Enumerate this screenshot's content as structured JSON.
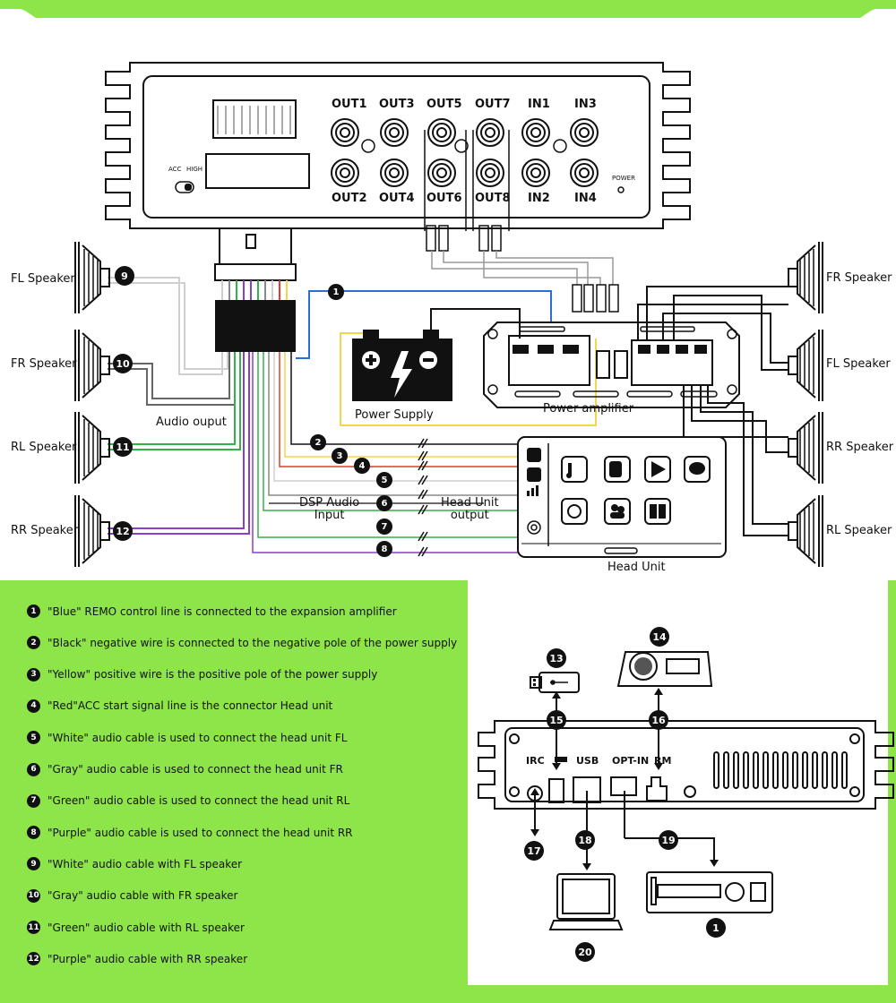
{
  "colors": {
    "accent_green": "#8ee549",
    "cable_blue": "#2a6fd6",
    "cable_yellow": "#f2d64b",
    "cable_red": "#e23b2e",
    "cable_gray": "#8a8a8a",
    "cable_green": "#34b24a",
    "cable_purple": "#8a3fc9",
    "cable_white": "#cfcfcf"
  },
  "amp": {
    "outputs": [
      "OUT1",
      "OUT3",
      "OUT5",
      "OUT7",
      "IN1",
      "IN3"
    ],
    "outputs_bottom": [
      "OUT2",
      "OUT4",
      "OUT6",
      "OUT8",
      "IN2",
      "IN4"
    ],
    "switch_acc": "ACC",
    "switch_high": "HIGH",
    "power": "POWER"
  },
  "speakers": {
    "left": [
      "FL Speaker",
      "FR Speaker",
      "RL Speaker",
      "RR Speaker"
    ],
    "right": [
      "FR Speaker",
      "FL Speaker",
      "RR Speaker",
      "RL Speaker"
    ],
    "left_badges": [
      "9",
      "10",
      "11",
      "12"
    ]
  },
  "labels": {
    "audio_output": "Audio ouput",
    "power_supply": "Power Supply",
    "power_amplifier": "Power amplifier",
    "dsp_audio_input": "DSP Audio\nInput",
    "head_unit_output": "Head Unit\noutput",
    "head_unit": "Head Unit"
  },
  "wire_badges": [
    "1",
    "2",
    "3",
    "4",
    "5",
    "6",
    "7",
    "8"
  ],
  "legend": [
    {
      "n": "1",
      "text": "\"Blue\" REMO control line is connected to the expansion amplifier"
    },
    {
      "n": "2",
      "text": "\"Black\" negative wire is connected to the negative pole of the power supply"
    },
    {
      "n": "3",
      "text": "\"Yellow\" positive wire is the positive pole of the power supply"
    },
    {
      "n": "4",
      "text": "\"Red\"ACC start signal line is the connector Head unit"
    },
    {
      "n": "5",
      "text": "\"White\" audio cable is used to connect the head unit FL"
    },
    {
      "n": "6",
      "text": "\"Gray\" audio cable is used to connect the head unit FR"
    },
    {
      "n": "7",
      "text": "\"Green\" audio cable is used to connect the head unit RL"
    },
    {
      "n": "8",
      "text": "\"Purple\" audio cable is used to connect the head unit RR"
    },
    {
      "n": "9",
      "text": "\"White\" audio cable with FL speaker"
    },
    {
      "n": "10",
      "text": "\"Gray\" audio cable with FR speaker"
    },
    {
      "n": "11",
      "text": "\"Green\" audio cable with RL speaker"
    },
    {
      "n": "12",
      "text": "\"Purple\" audio cable with RR speaker"
    }
  ],
  "dsp_ports": {
    "irc": "IRC",
    "usb": "USB",
    "opt_in": "OPT-IN",
    "rm": "RM"
  },
  "sub_badges": [
    "13",
    "14",
    "15",
    "16",
    "17",
    "18",
    "19",
    "20",
    "1"
  ]
}
